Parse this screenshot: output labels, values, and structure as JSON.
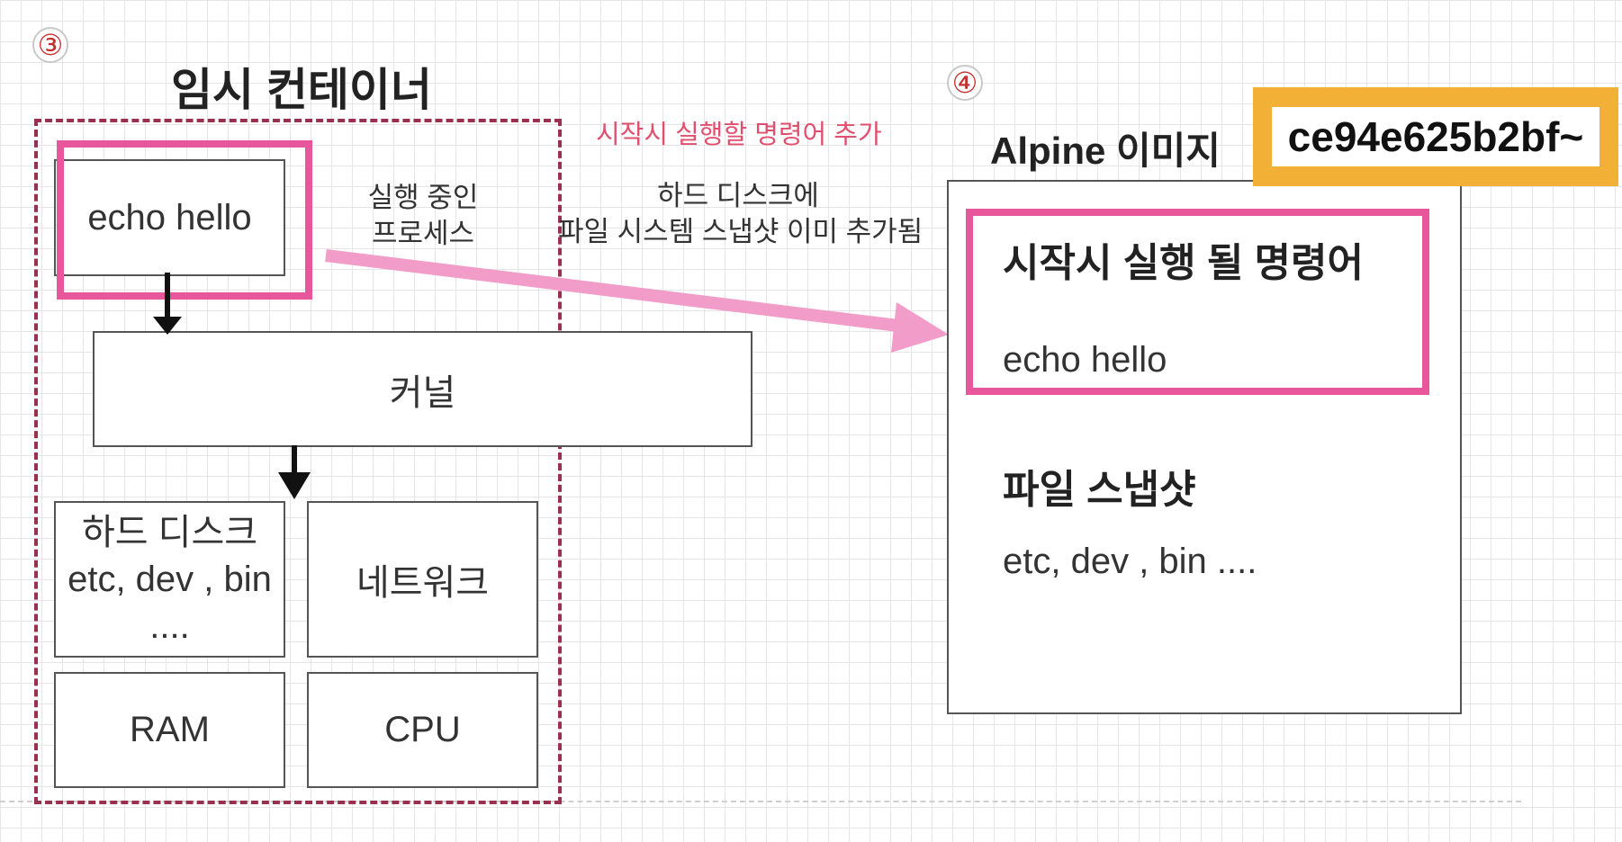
{
  "left": {
    "step": "③",
    "title": "임시 컨테이너",
    "command": "echo hello",
    "process_label_line1": "실행 중인",
    "process_label_line2": "프로세스",
    "kernel": "커널",
    "disk_line1": "하드 디스크",
    "disk_line2": "etc, dev , bin",
    "disk_line3": "....",
    "network": "네트워크",
    "ram": "RAM",
    "cpu": "CPU"
  },
  "middle": {
    "add_command_label": "시작시 실행할 명령어 추가",
    "snapshot_line1": "하드 디스크에",
    "snapshot_line2": "파일 시스템 스냅샷 이미 추가됨"
  },
  "right": {
    "step": "④",
    "title": "Alpine 이미지",
    "image_id": "ce94e625b2bf~",
    "start_command_heading": "시작시 실행 될 명령어",
    "start_command": "echo hello",
    "snapshot_heading": "파일 스냅샷",
    "snapshot_files": "etc, dev , bin ...."
  },
  "colors": {
    "highlight": "#e8569b",
    "arrow": "#f29cc9",
    "dashed_border": "#9a3050",
    "hash_bg": "#f2b037",
    "label_red": "#e0506e"
  }
}
